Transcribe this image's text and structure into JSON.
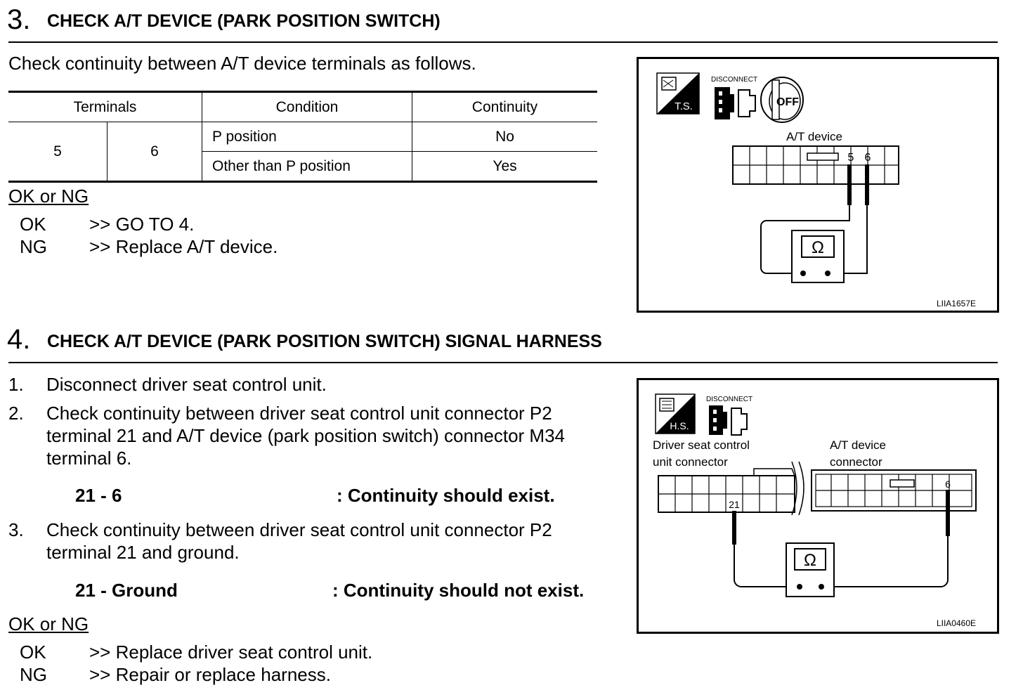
{
  "step3": {
    "number": "3.",
    "title": "CHECK A/T DEVICE (PARK POSITION SWITCH)",
    "intro": "Check continuity between A/T device terminals as follows.",
    "table": {
      "headers": [
        "Terminals",
        "Condition",
        "Continuity"
      ],
      "terminal_a": "5",
      "terminal_b": "6",
      "rows": [
        {
          "condition": "P position",
          "continuity": "No"
        },
        {
          "condition": "Other than P position",
          "continuity": "Yes"
        }
      ]
    },
    "result_heading": "OK or NG",
    "results": [
      {
        "code": "OK",
        "action": ">> GO TO 4."
      },
      {
        "code": "NG",
        "action": ">> Replace A/T device."
      }
    ],
    "figure": {
      "ts_label": "T.S.",
      "disconnect_label": "DISCONNECT",
      "key_label": "OFF",
      "device_label": "A/T device",
      "pin_a": "5",
      "pin_b": "6",
      "meter_symbol": "Ω",
      "figure_code": "LIIA1657E"
    }
  },
  "step4": {
    "number": "4.",
    "title": "CHECK A/T DEVICE (PARK POSITION SWITCH) SIGNAL HARNESS",
    "items": [
      {
        "num": "1.",
        "text": "Disconnect driver seat control unit."
      },
      {
        "num": "2.",
        "lines": [
          "Check continuity between driver seat control unit connector P2",
          "terminal 21 and A/T device (park position switch) connector M34",
          "terminal 6."
        ]
      },
      {
        "num": "3.",
        "lines": [
          "Check continuity between driver seat control unit connector P2",
          "terminal 21 and ground."
        ]
      }
    ],
    "spec1": {
      "terminals": "21 - 6",
      "result": ": Continuity should exist."
    },
    "spec2": {
      "terminals": "21 - Ground",
      "result": ": Continuity should not exist."
    },
    "result_heading": "OK or NG",
    "results": [
      {
        "code": "OK",
        "action": ">> Replace driver seat control unit."
      },
      {
        "code": "NG",
        "action": ">> Repair or replace harness."
      }
    ],
    "figure": {
      "hs_label": "H.S.",
      "disconnect_label": "DISCONNECT",
      "left_connector_label": [
        "Driver seat control",
        "unit connector"
      ],
      "right_connector_label": [
        "A/T device",
        "connector"
      ],
      "pin_left": "21",
      "pin_right": "6",
      "meter_symbol": "Ω",
      "figure_code": "LIIA0460E"
    }
  }
}
